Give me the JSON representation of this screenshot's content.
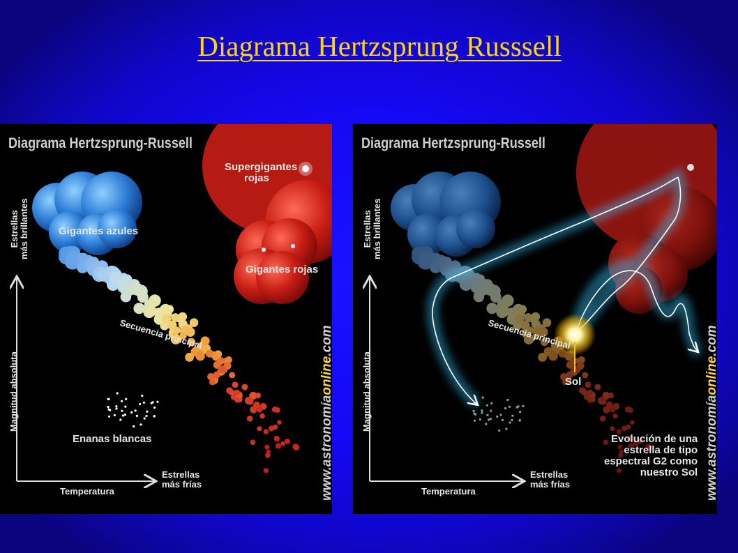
{
  "slide": {
    "title": "Diagrama Hertzsprung Russsell"
  },
  "left_panel": {
    "title": "Diagrama Hertzsprung-Russell",
    "labels": {
      "supergiants_line1": "Supergigantes",
      "supergiants_line2": "rojas",
      "blue_giants": "Gigantes azules",
      "red_giants": "Gigantes rojas",
      "main_sequence": "Secuencia principal",
      "white_dwarfs": "Enanas blancas",
      "y_axis_top_line1": "Estrellas",
      "y_axis_top_line2": "más brillantes",
      "y_axis": "Magnitud absoluta",
      "x_axis": "Temperatura",
      "x_axis_end_line1": "Estrellas",
      "x_axis_end_line2": "más frías",
      "watermark_left": "www.",
      "watermark_mid": "astronomía",
      "watermark_bold": "online",
      "watermark_tld": ".com"
    }
  },
  "right_panel": {
    "title": "Diagrama Hertzsprung-Russell",
    "labels": {
      "main_sequence": "Secuencia principal",
      "sun": "Sol",
      "evolution_line1": "Evolución de una",
      "evolution_line2": "estrella de tipo",
      "evolution_line3": "espectral G2 como",
      "evolution_line4": "nuestro Sol",
      "y_axis_top_line1": "Estrellas",
      "y_axis_top_line2": "más brillantes",
      "y_axis": "Magnitud absoluta",
      "x_axis": "Temperatura",
      "x_axis_end_line1": "Estrellas",
      "x_axis_end_line2": "más frías",
      "watermark_left": "www.",
      "watermark_mid": "astronomía",
      "watermark_bold": "online",
      "watermark_tld": ".com"
    }
  },
  "colors": {
    "background": "#1508f5",
    "title": "#ffd700",
    "blue_giants": "#3b86d6",
    "red_stars": "#c8221a",
    "evolution_path": "#7fe0ff"
  }
}
